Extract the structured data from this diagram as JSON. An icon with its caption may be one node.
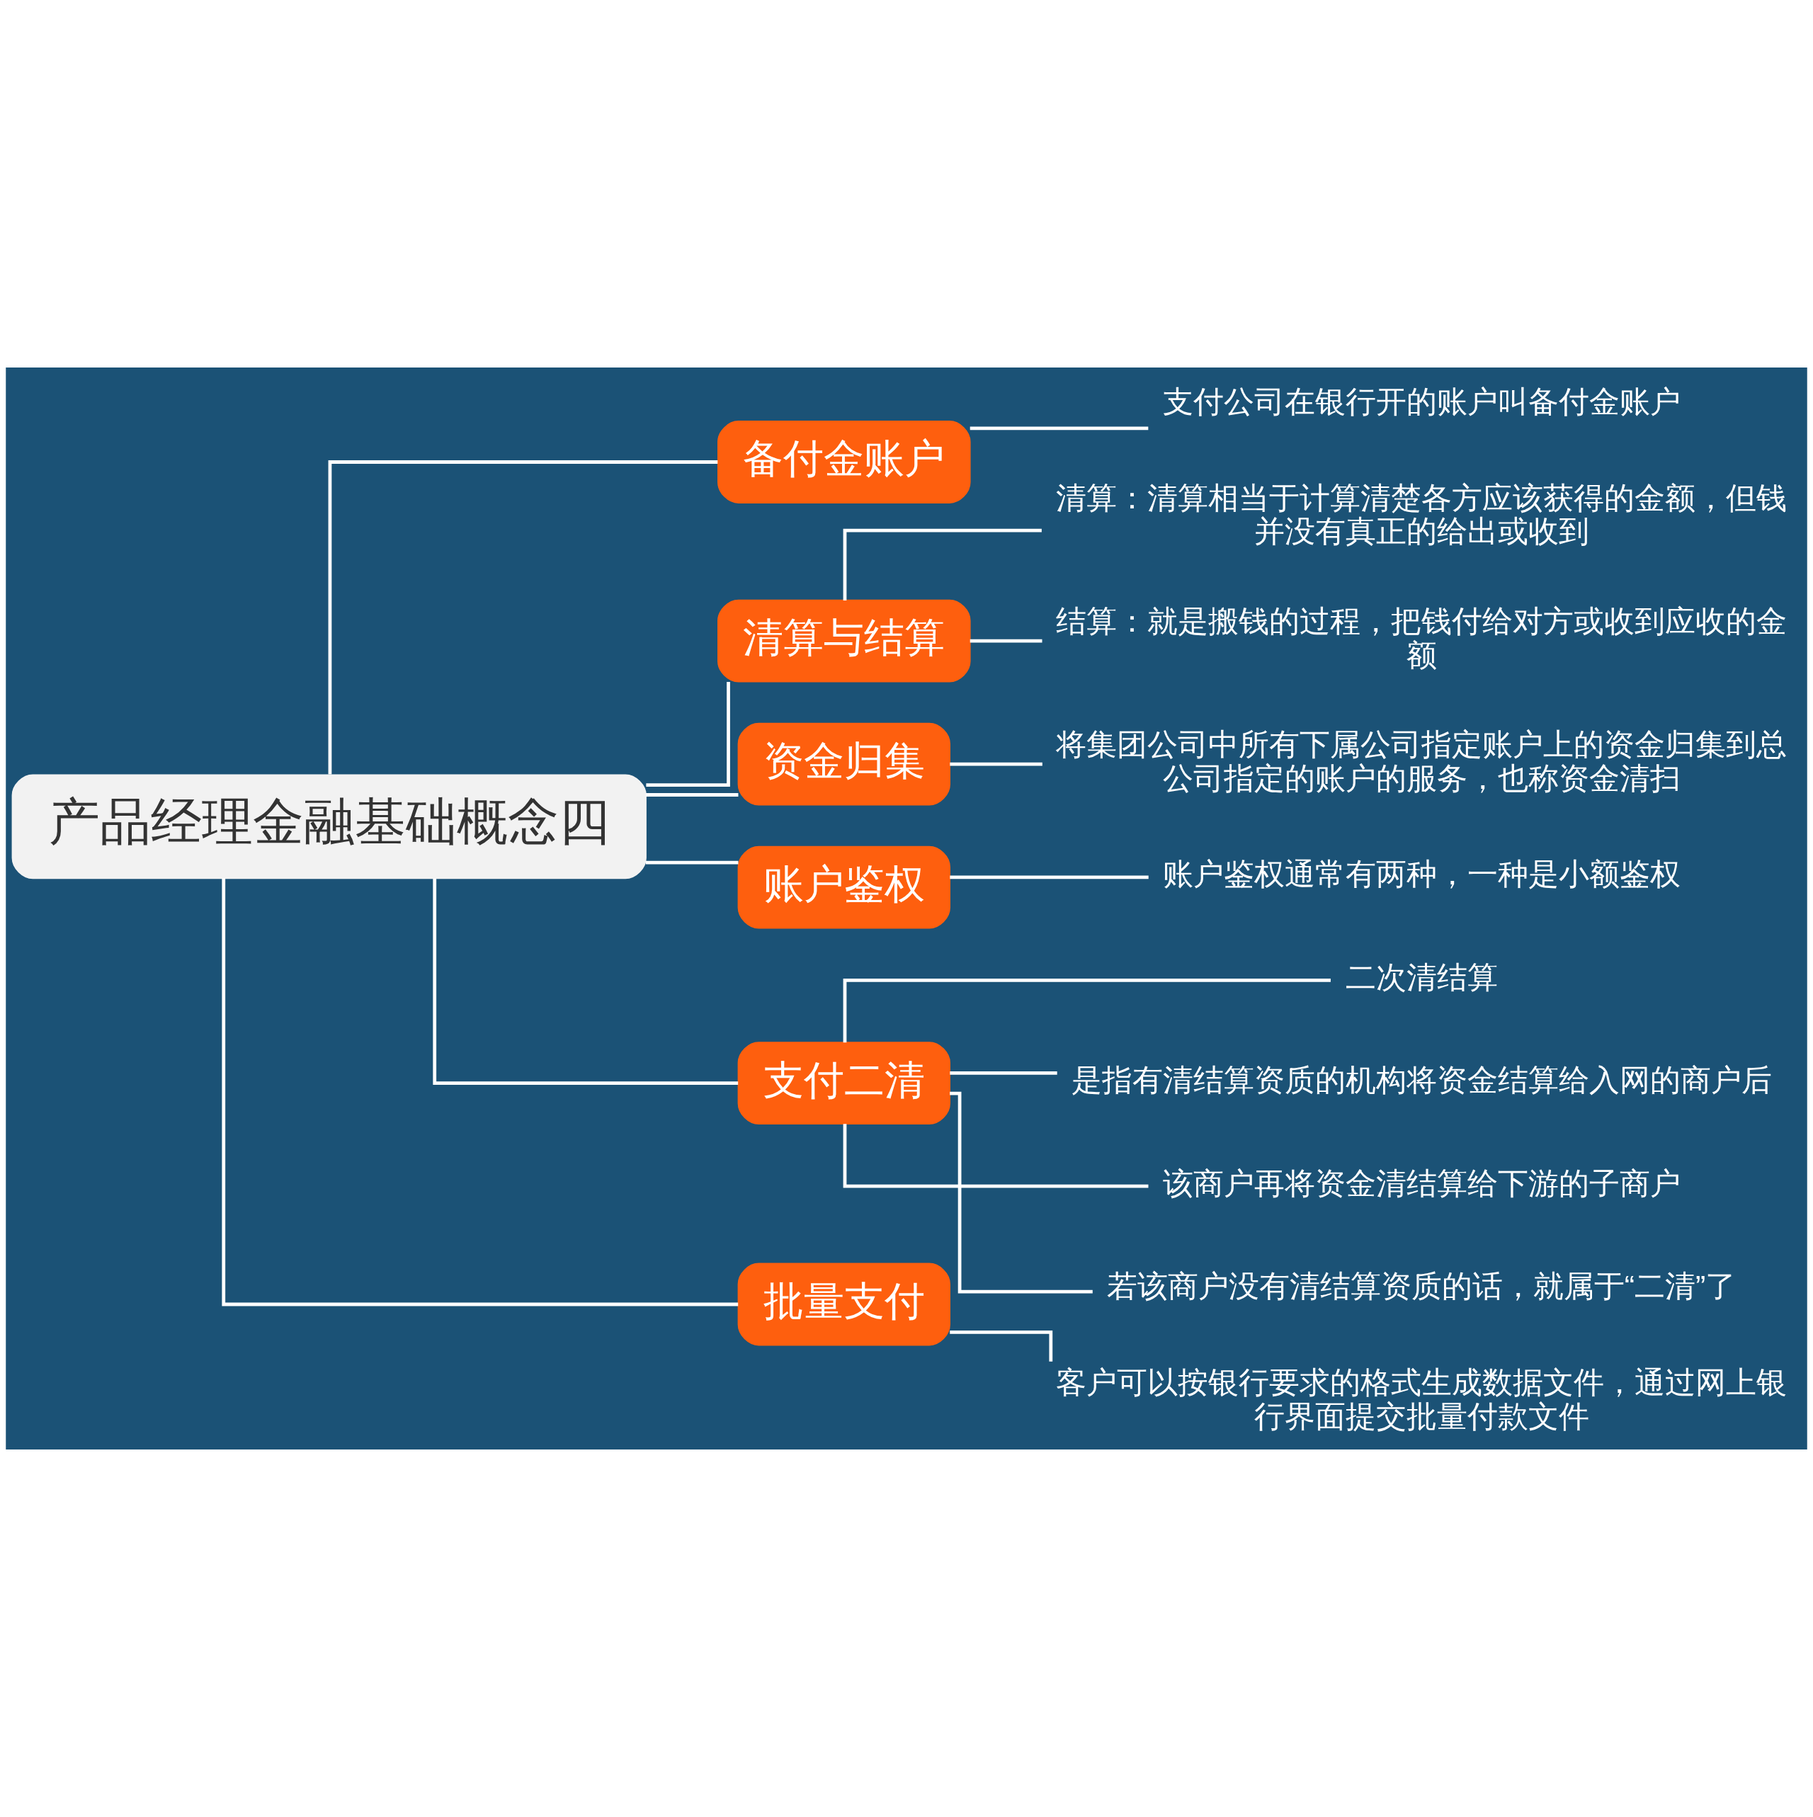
{
  "diagram": {
    "nodes": [
      {
        "text": [
          "产品经理金融基础概念四"
        ]
      },
      {
        "text": [
          "备付金账户"
        ]
      },
      {
        "text": [
          "支付公司在银行开的账户叫备付金账户"
        ]
      },
      {
        "text": [
          "清算与结算"
        ]
      },
      {
        "text": [
          "清算：清算相当于计算清楚各方应该获得的金额，但钱并没有真正的给出或收到"
        ]
      },
      {
        "text": [
          "结算：就是搬钱的过程，把钱付给对方或收到应收的金额"
        ]
      },
      {
        "text": [
          "资金归集"
        ]
      },
      {
        "text": [
          "将集团公司中所有下属公司指定账户上的资金归集到总公司指定的账户的服务，也称资金清扫"
        ]
      },
      {
        "text": [
          "账户鉴权"
        ]
      },
      {
        "text": [
          "账户鉴权通常有两种，一种是小额鉴权"
        ]
      },
      {
        "text": [
          "支付二清"
        ]
      },
      {
        "text": [
          "二次清结算"
        ]
      },
      {
        "text": [
          "是指有清结算资质的机构将资金结算给入网的商户后"
        ]
      },
      {
        "text": [
          "该商户再将资金清结算给下游的子商户"
        ]
      },
      {
        "text": [
          "若该商户没有清结算资质的话，就属于“二清”了"
        ]
      },
      {
        "text": [
          "批量支付"
        ]
      },
      {
        "text": [
          "客户可以按银行要求的格式生成数据文件，通过网上银行界面提交批量付款文件"
        ]
      }
    ],
    "edges": [
      {
        "from": 0,
        "to": 1,
        "arrow": "none"
      },
      {
        "from": 1,
        "to": 2,
        "arrow": "none"
      },
      {
        "from": 0,
        "to": 3,
        "arrow": "none"
      },
      {
        "from": 3,
        "to": 4,
        "arrow": "none"
      },
      {
        "from": 3,
        "to": 5,
        "arrow": "none"
      },
      {
        "from": 0,
        "to": 6,
        "arrow": "none"
      },
      {
        "from": 6,
        "to": 7,
        "arrow": "none"
      },
      {
        "from": 0,
        "to": 8,
        "arrow": "none"
      },
      {
        "from": 8,
        "to": 9,
        "arrow": "none"
      },
      {
        "from": 0,
        "to": 10,
        "arrow": "none"
      },
      {
        "from": 10,
        "to": 11,
        "arrow": "none"
      },
      {
        "from": 10,
        "to": 12,
        "arrow": "none"
      },
      {
        "from": 10,
        "to": 13,
        "arrow": "none"
      },
      {
        "from": 10,
        "to": 14,
        "arrow": "none"
      },
      {
        "from": 0,
        "to": 15,
        "arrow": "none"
      },
      {
        "from": 15,
        "to": 16,
        "arrow": "none"
      }
    ]
  }
}
